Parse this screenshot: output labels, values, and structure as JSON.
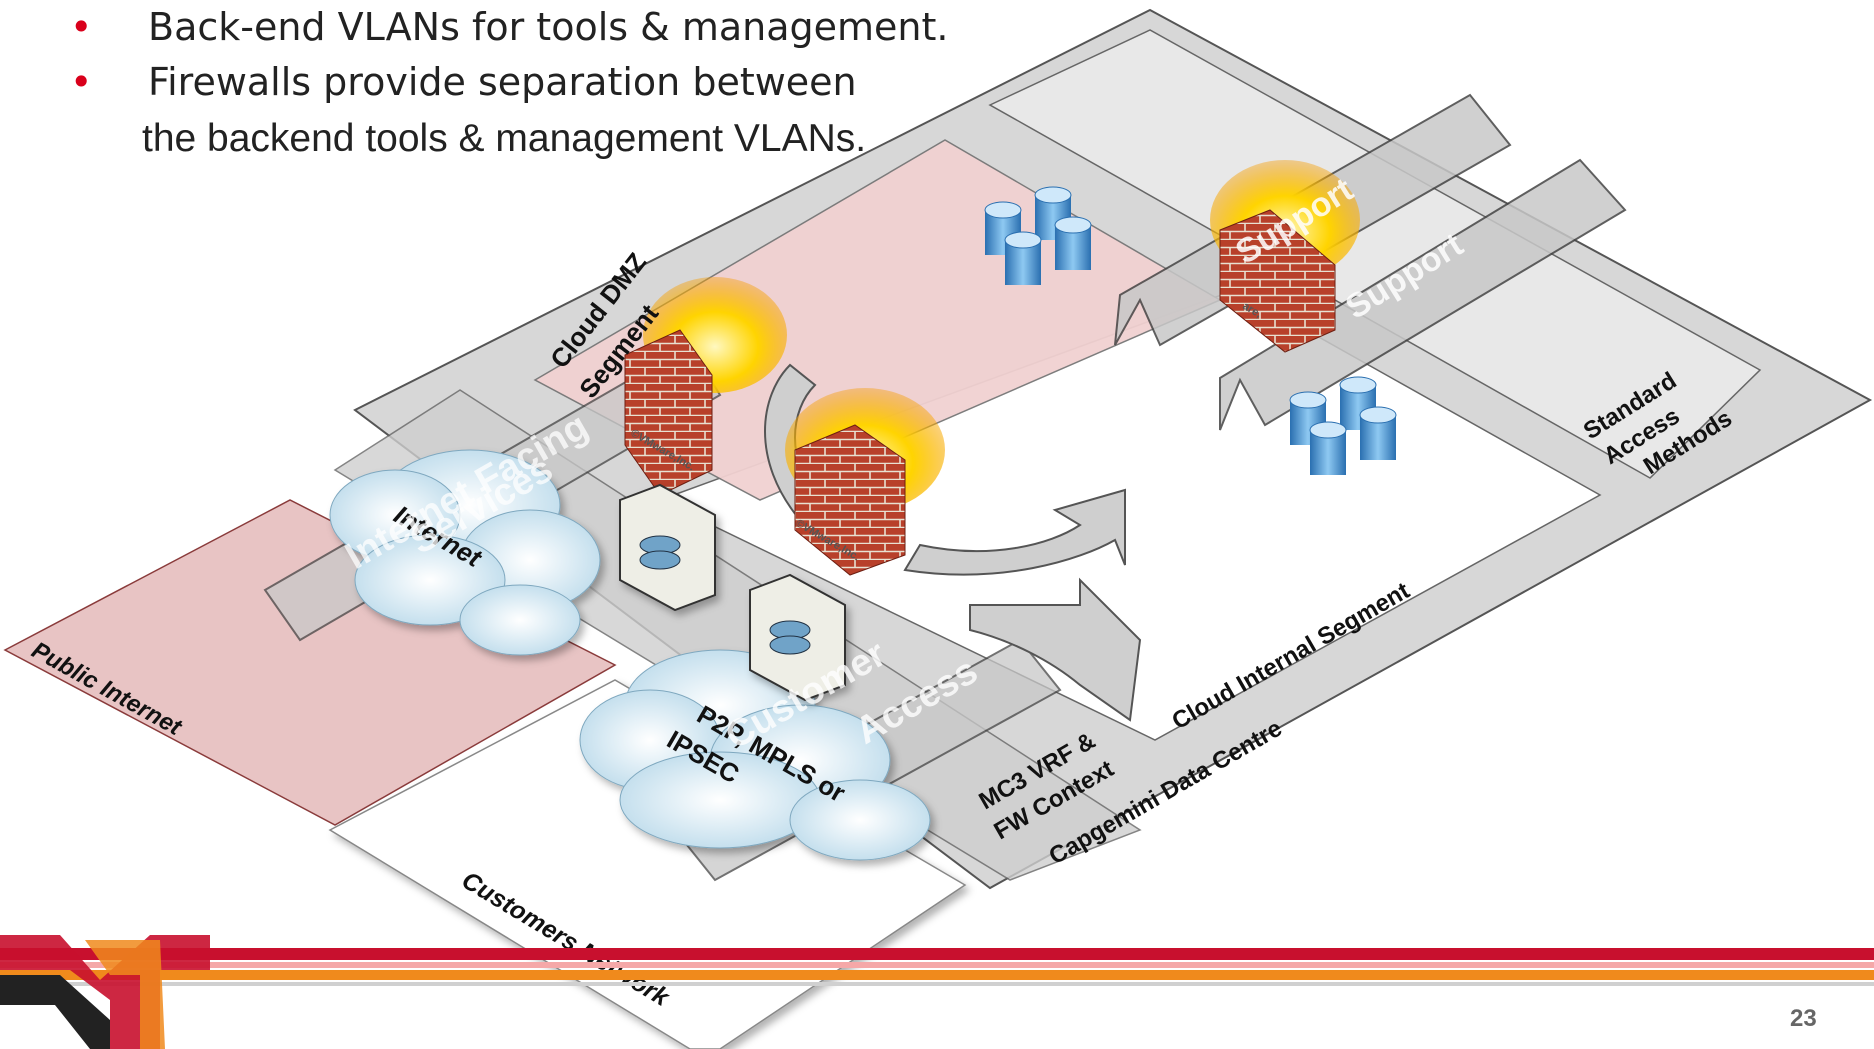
{
  "bullets": [
    {
      "text": "Back-end VLANs for tools & management."
    },
    {
      "text": "Firewalls provide separation between",
      "continuation": "the backend tools & management VLANs."
    }
  ],
  "labels": {
    "public_internet": "Public Internet",
    "customers_network": "Customers Network",
    "internet": "Internet",
    "internet_facing": "Internet Facing",
    "services": "Services",
    "cloud_dmz": "Cloud DMZ",
    "segment": "Segment",
    "p2p_mpls": "P2P, MPLS or",
    "ipsec": "IPSEC",
    "customer": "Customer",
    "access": "Access",
    "mc3_vrf": "MC3 VRF &",
    "fw_context": "FW Context",
    "cloud_internal": "Cloud Internal Segment",
    "capgemini": "Capgemini Data Centre",
    "support_1": "Support",
    "support_2": "Support",
    "std_1": "Standard",
    "std_2": "Access",
    "std_3": "Methods",
    "vmware_1": "©VMware,Inc.",
    "vmware_2": "©VMware,Inc.",
    "vmware_3": "are,"
  },
  "footer": {
    "page_number": "23"
  },
  "colors": {
    "accent_red": "#d9001b",
    "footer_orange": "#f08a1c",
    "footer_red": "#c8102e"
  }
}
